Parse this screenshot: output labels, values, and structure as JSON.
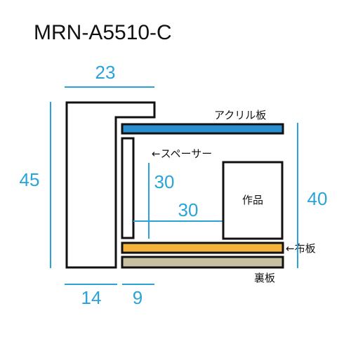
{
  "title": "MRN-A5510-C",
  "dimensions": {
    "width_top": "23",
    "height_left": "45",
    "spacer_height": "30",
    "spacer_depth": "30",
    "inner_depth": "40",
    "bottom_left": "14",
    "bottom_right": "9"
  },
  "labels": {
    "acrylic": "アクリル板",
    "spacer": "←スペーサー",
    "artwork": "作品",
    "cloth_board": "←布板",
    "back_board": "裏板"
  },
  "colors": {
    "dimension": "#2aa4d8",
    "acrylic": "#2a8fd0",
    "cloth_board": "#f3b33d",
    "back_board": "#c9bfa2",
    "outline": "#111111"
  }
}
